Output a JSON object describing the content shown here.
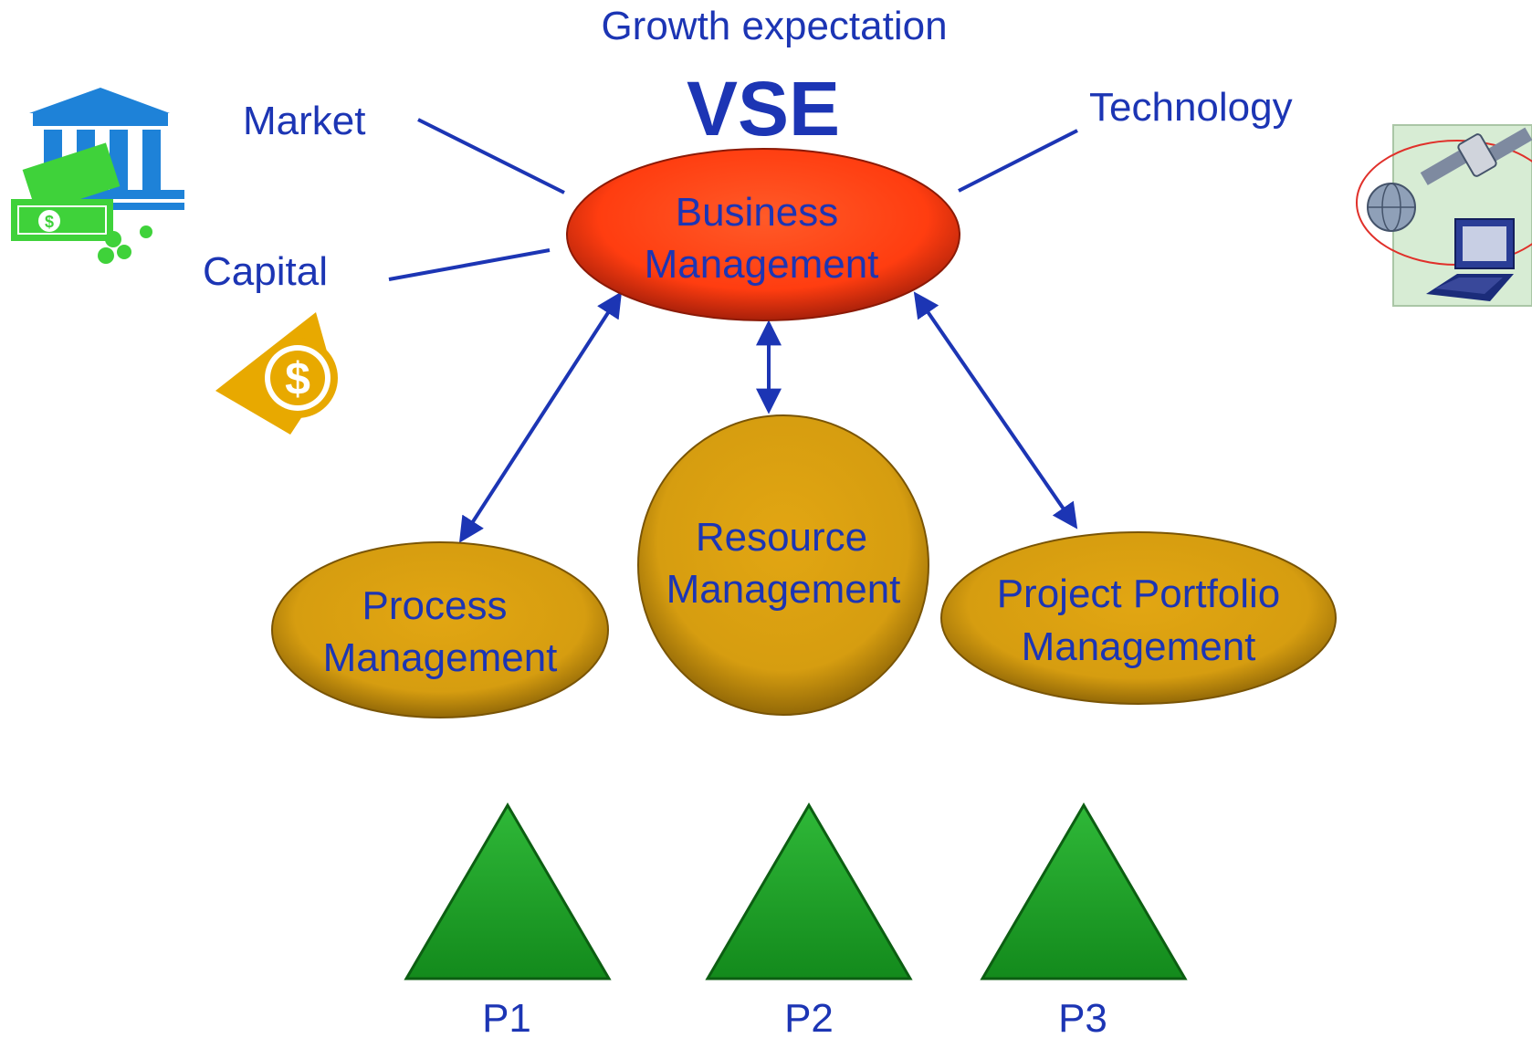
{
  "header": {
    "subtitle": "Growth expectation",
    "title": "VSE"
  },
  "factors": {
    "market": "Market",
    "capital": "Capital",
    "technology": "Technology"
  },
  "nodes": {
    "business": {
      "line1": "Business",
      "line2": "Management"
    },
    "process": {
      "line1": "Process",
      "line2": "Management"
    },
    "resource": {
      "line1": "Resource",
      "line2": "Management"
    },
    "portfolio": {
      "line1": "Project Portfolio",
      "line2": "Management"
    }
  },
  "projects": [
    "P1",
    "P2",
    "P3"
  ],
  "icons": {
    "bank": "bank-money-icon",
    "capital": "dollar-coin-icon",
    "technology": "satellite-computer-icon"
  },
  "colors": {
    "text": "#1c35b4",
    "connector": "#1c35b4",
    "business_fill": "#ff4a1c",
    "management_fill": "#dba012",
    "project_fill": "#21a02a"
  }
}
